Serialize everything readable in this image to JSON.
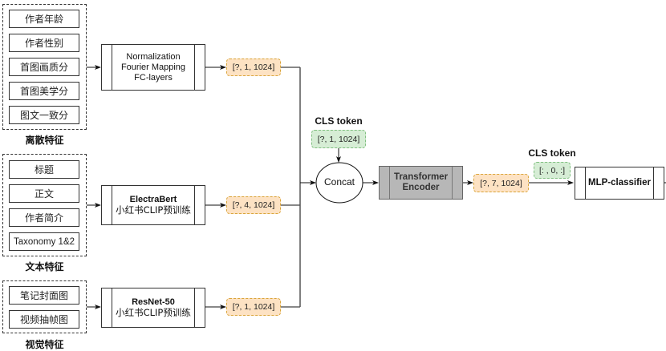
{
  "groups": [
    {
      "label": "离散特征",
      "items": [
        "作者年龄",
        "作者性别",
        "首图画质分",
        "首图美学分",
        "图文一致分"
      ]
    },
    {
      "label": "文本特征",
      "items": [
        "标题",
        "正文",
        "作者简介",
        "Taxonomy 1&2"
      ]
    },
    {
      "label": "视觉特征",
      "items": [
        "笔记封面图",
        "视频抽帧图"
      ]
    }
  ],
  "encoders": [
    {
      "lines": [
        "Normalization",
        "Fourier Mapping",
        "FC-layers"
      ],
      "bold_first": false
    },
    {
      "title": "ElectraBert",
      "subtitle": "小红书CLIP预训练"
    },
    {
      "title": "ResNet-50",
      "subtitle": "小红书CLIP预训练"
    }
  ],
  "tensors": {
    "discrete": "[?, 1, 1024]",
    "text": "[?, 4, 1024]",
    "visual": "[?, 1, 1024]",
    "encoder_out": "[?, 7, 1024]"
  },
  "cls_tokens": [
    {
      "label": "CLS token",
      "shape": "[?, 1, 1024]"
    },
    {
      "label": "CLS token",
      "shape": "[: , 0, :]"
    }
  ],
  "concat": {
    "label": "Concat"
  },
  "transformer": {
    "line1": "Transformer",
    "line2": "Encoder"
  },
  "classifier": {
    "label": "MLP-classifier"
  },
  "colors": {
    "tensor_fill": "#fde2c3",
    "tensor_border": "#d9a53a",
    "cls_fill": "#d6edd5",
    "cls_border": "#7fbf7f",
    "transformer_fill": "#b7b7b7"
  }
}
